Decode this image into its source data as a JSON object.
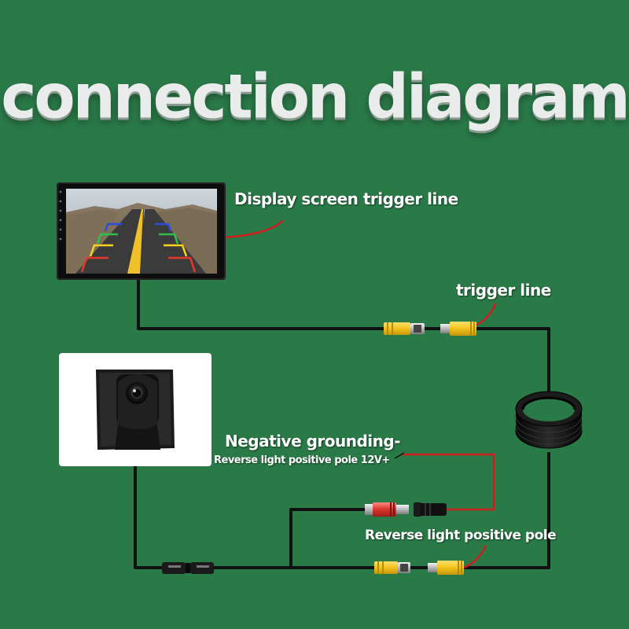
{
  "title": "connection diagram",
  "labels": {
    "display_trigger": "Display screen trigger line",
    "trigger_line": "trigger line",
    "negative_grounding": "Negative grounding-",
    "reverse_light_12v": "Reverse light positive pole 12V+",
    "reverse_light_pole": "Reverse light positive pole"
  },
  "colors": {
    "background": "#2a7a48",
    "wire": "#111111",
    "signal_wire": "#cc1f1f",
    "rca_yellow": "#f2c21b",
    "rca_red": "#d9342b",
    "guide_red": "#e23a2a",
    "guide_yellow": "#f5d21e",
    "guide_green": "#2fbf4a",
    "guide_blue": "#2a4fd8"
  },
  "icons": [
    "monitor-icon",
    "backup-camera-icon",
    "cable-coil-icon",
    "rca-connector-icon",
    "dc-power-connector-icon",
    "inline-connector-icon"
  ]
}
